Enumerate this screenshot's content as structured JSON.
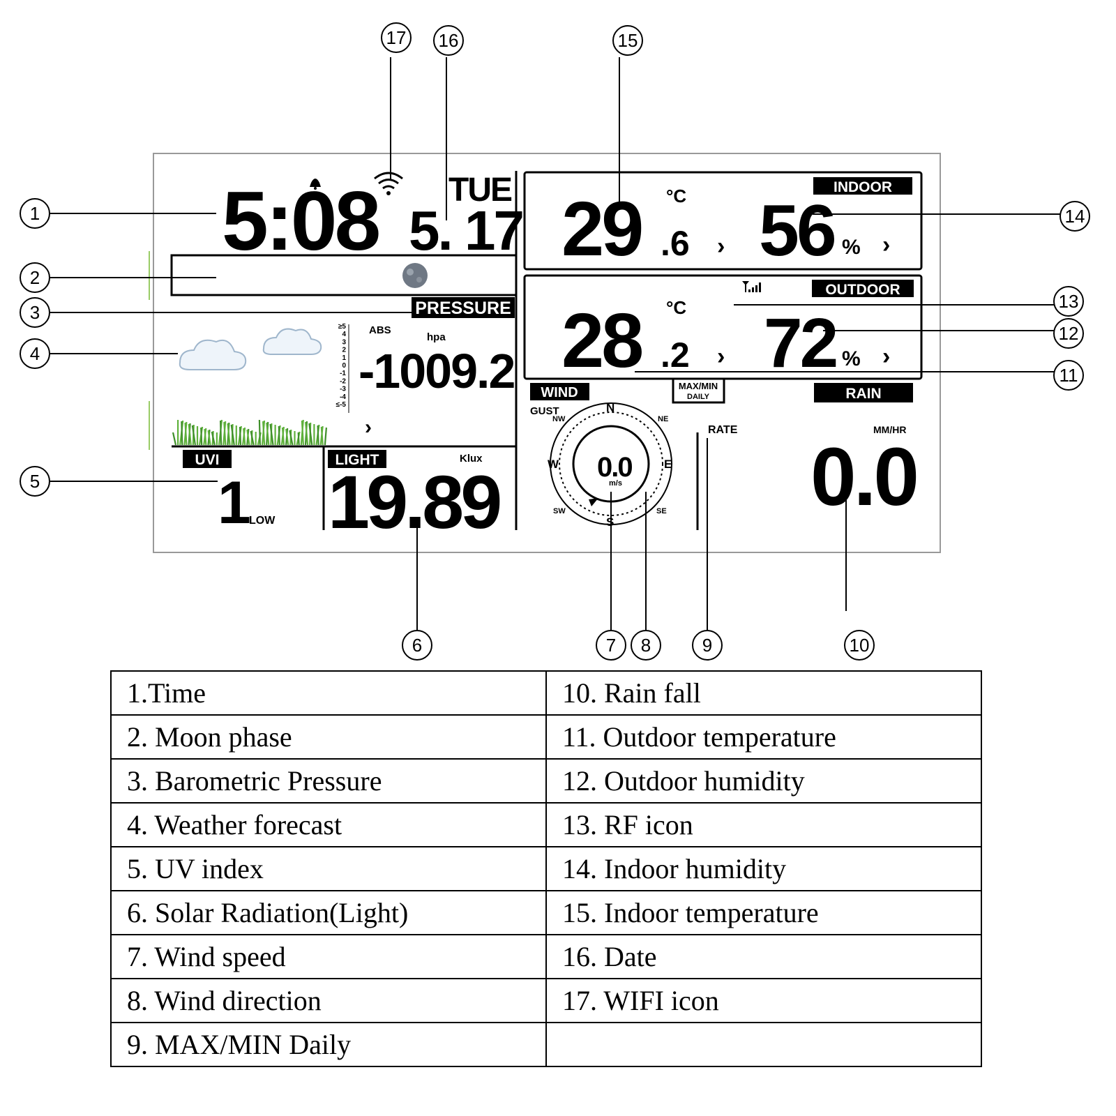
{
  "display": {
    "time": "5:08",
    "weekday": "TUE",
    "date": "5. 17",
    "pressure_label": "PRESSURE",
    "abs_label": "ABS",
    "hpa_label": "hpa",
    "pressure_value": "-1009.2",
    "trend_scale": [
      "≥5",
      "4",
      "3",
      "2",
      "1",
      "0",
      "-1",
      "-2",
      "-3",
      "-4",
      "≤-5"
    ],
    "chevron": "›",
    "uvi_label": "UVI",
    "uvi_value": "1",
    "uvi_level": "LOW",
    "light_label": "LIGHT",
    "light_unit": "Klux",
    "light_value": "19.89",
    "indoor_label": "INDOOR",
    "indoor_temp_main": "29",
    "indoor_temp_dec": ".6",
    "celsius": "°C",
    "indoor_humidity": "56",
    "percent": "%",
    "outdoor_label": "OUTDOOR",
    "outdoor_temp_main": "28",
    "outdoor_temp_dec": ".2",
    "outdoor_humidity": "72",
    "wind_label": "WIND",
    "gust_label": "GUST",
    "maxmin_label_1": "MAX/MIN",
    "maxmin_label_2": "DAILY",
    "rate_label": "RATE",
    "rain_label": "RAIN",
    "rain_unit": "MM/HR",
    "rain_value": "0.0",
    "wind_value": "0.0",
    "wind_unit": "m/s",
    "compass": {
      "n": "N",
      "ne": "NE",
      "e": "E",
      "se": "SE",
      "s": "S",
      "sw": "SW",
      "w": "W",
      "nw": "NW"
    }
  },
  "callouts": [
    "1",
    "2",
    "3",
    "4",
    "5",
    "6",
    "7",
    "8",
    "9",
    "10",
    "11",
    "12",
    "13",
    "14",
    "15",
    "16",
    "17"
  ],
  "legend": [
    [
      "1.Time",
      "10. Rain fall"
    ],
    [
      "2. Moon phase",
      "11. Outdoor temperature"
    ],
    [
      "3. Barometric Pressure",
      "12. Outdoor humidity"
    ],
    [
      "4. Weather forecast",
      "13. RF icon"
    ],
    [
      "5. UV index",
      "14. Indoor humidity"
    ],
    [
      "6. Solar Radiation(Light)",
      "15. Indoor temperature"
    ],
    [
      "7. Wind speed",
      "16. Date"
    ],
    [
      "8. Wind direction",
      "17. WIFI icon"
    ],
    [
      "9. MAX/MIN Daily",
      ""
    ]
  ]
}
